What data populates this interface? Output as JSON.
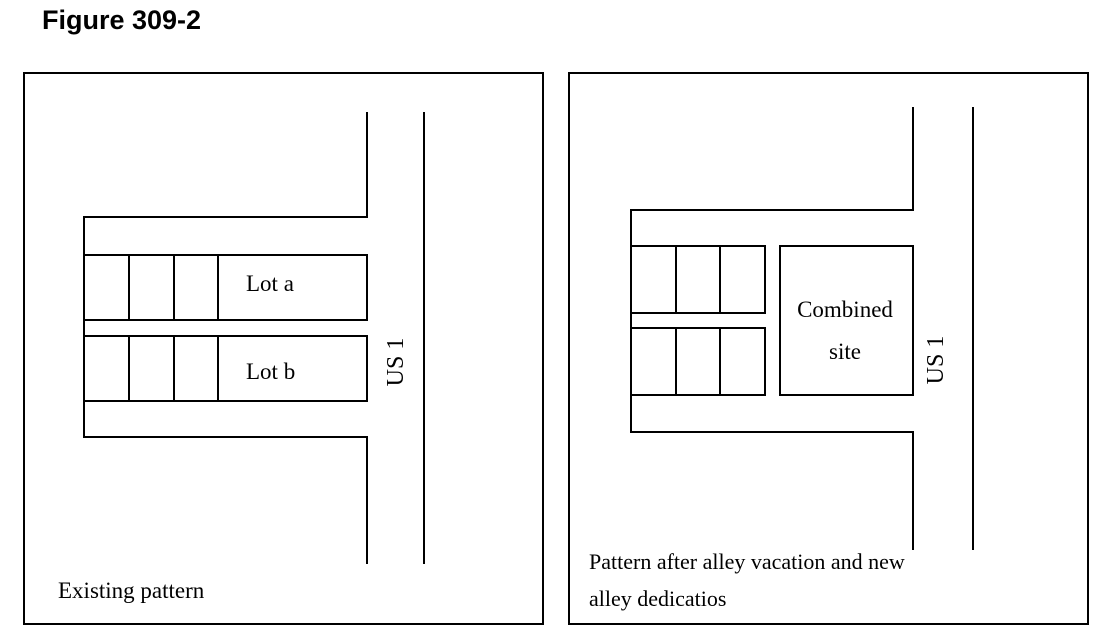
{
  "figure": {
    "title": "Figure 309-2"
  },
  "left_panel": {
    "lot_a_label": "Lot a",
    "lot_b_label": "Lot b",
    "road_label": "US 1",
    "caption": "Existing pattern"
  },
  "right_panel": {
    "combined_line1": "Combined",
    "combined_line2": "site",
    "road_label": "US 1",
    "caption_line1": "Pattern after alley vacation and new",
    "caption_line2": "alley dedicatios"
  }
}
